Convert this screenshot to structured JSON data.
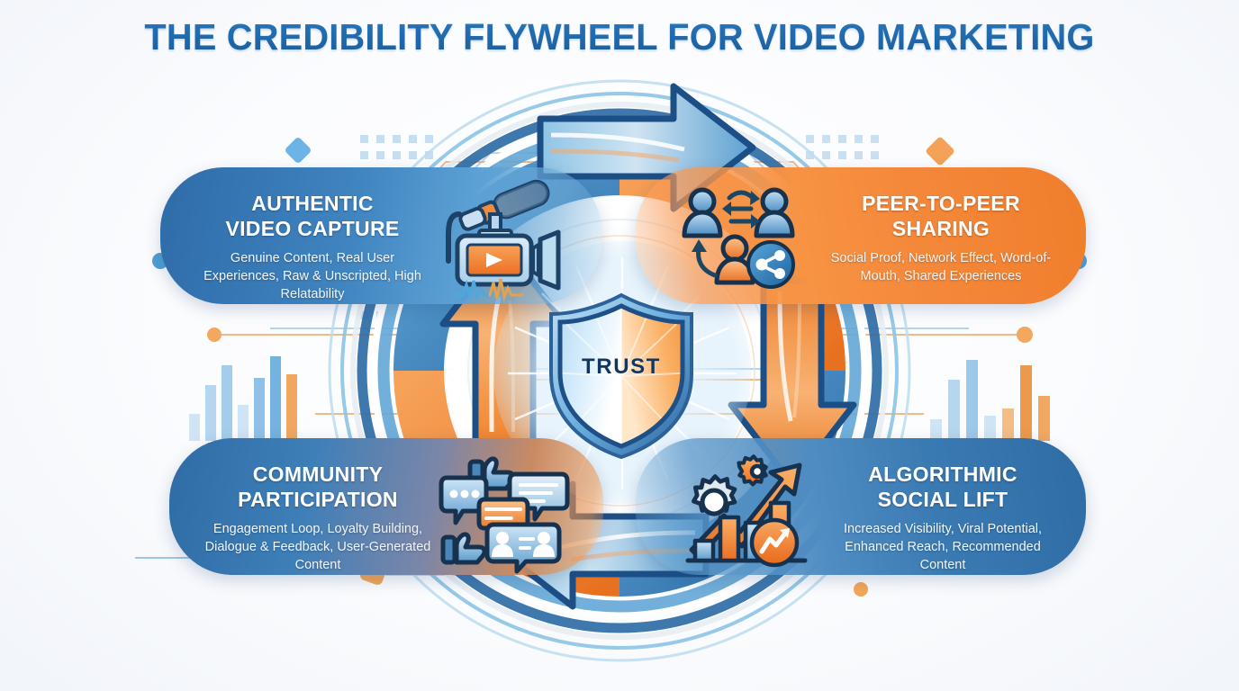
{
  "page": {
    "title": "THE CREDIBILITY FLYWHEEL FOR VIDEO MARKETING"
  },
  "colors": {
    "title_blue": "#1f6db5",
    "panel_blue_dark": "#2e6ca8",
    "panel_blue_light": "#5ba0d4",
    "panel_orange": "#f0802c",
    "arrow_outline": "#1d4f87",
    "shield_navy": "#13355e",
    "background": "#f7f9fc"
  },
  "center": {
    "label": "TRUST",
    "icon": "shield-icon"
  },
  "panels": [
    {
      "id": "authentic-video-capture",
      "position": "top-left",
      "title": "AUTHENTIC\nVIDEO CAPTURE",
      "title_line1": "AUTHENTIC",
      "title_line2": "VIDEO CAPTURE",
      "description": "Genuine Content, Real User Experiences, Raw & Unscripted, High Relatability",
      "icon": "video-camera-icon",
      "color": "#2e6ca8"
    },
    {
      "id": "peer-to-peer-sharing",
      "position": "top-right",
      "title": "PEER-TO-PEER\nSHARING",
      "title_line1": "PEER-TO-PEER",
      "title_line2": "SHARING",
      "description": "Social Proof, Network Effect, Word-of-Mouth, Shared Experiences",
      "icon": "people-sharing-icon",
      "color": "#f0802c"
    },
    {
      "id": "algorithmic-social-lift",
      "position": "bottom-right",
      "title": "ALGORITHMIC\nSOCIAL LIFT",
      "title_line1": "ALGORITHMIC",
      "title_line2": "SOCIAL LIFT",
      "description": "Increased Visibility, Viral Potential, Enhanced Reach, Recommended Content",
      "icon": "growth-chart-gears-icon",
      "color": "#2f6ca6"
    },
    {
      "id": "community-participation",
      "position": "bottom-left",
      "title": "COMMUNITY\nPARTICIPATION",
      "title_line1": "COMMUNITY",
      "title_line2": "PARTICIPATION",
      "description": "Engagement Loop, Loyalty Building, Dialogue & Feedback, User-Generated Content",
      "icon": "chat-bubbles-thumbsup-icon",
      "color": "#2f6ca6"
    }
  ],
  "arrows": [
    {
      "id": "arrow-top",
      "direction": "right",
      "from": "authentic-video-capture",
      "to": "peer-to-peer-sharing",
      "color": "#3f8ecb"
    },
    {
      "id": "arrow-right",
      "direction": "down",
      "from": "peer-to-peer-sharing",
      "to": "algorithmic-social-lift",
      "color": "#f0802c"
    },
    {
      "id": "arrow-bottom",
      "direction": "left",
      "from": "algorithmic-social-lift",
      "to": "community-participation",
      "color": "#4f93cb"
    },
    {
      "id": "arrow-left",
      "direction": "up",
      "from": "community-participation",
      "to": "authentic-video-capture",
      "color": "#f0802c"
    }
  ]
}
